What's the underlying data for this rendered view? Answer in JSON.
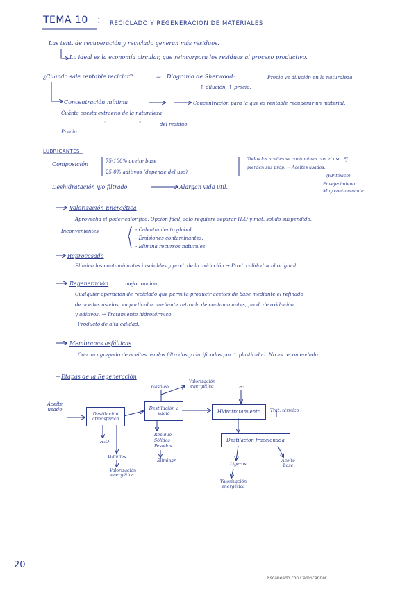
{
  "title": {
    "main": "TEMA 10",
    "sep": ":",
    "sub": "RECICLADO Y REGENERACIÓN DE MATERIALES"
  },
  "intro": {
    "line1": "Las tent. de recuperación y reciclado generan más residuos.",
    "line2": "Lo ideal es la economía circular, que reincorpora los residuos al proceso productivo."
  },
  "question": {
    "q": "¿Cuándo sale rentable reciclar?",
    "arrow": "⇒",
    "diag": "Diagrama de Sherwood:",
    "diag_note": "Precio vs dilución en la naturaleza.",
    "diag_sub": "↑ dilución, ↑ precio.",
    "conc1": "Concentración mínima",
    "conc2": "Concentración para la que es rentable recuperar un material.",
    "bullet1": "Cuánto cuesta extraerlo de la naturaleza",
    "bullet2_a": "\"",
    "bullet2_b": "\"",
    "bullet2_c": "del residuo",
    "bullet3": "Precio"
  },
  "lubricantes": {
    "heading": "LUBRICANTES",
    "comp_label": "Composición",
    "comp1": "75-100% aceite base",
    "comp2": "25-0% aditivos (depende del uso)",
    "note1": "Todos los aceites se contaminan con el uso. Ej.",
    "note2": "pierden sus prop. → Aceites usados.",
    "note3": "(RP tóxico)",
    "note4": "Envejecimiento",
    "note5": "Muy contaminante",
    "desh": "Deshidratación y/o filtrado",
    "desh_res": "Alargan vida útil."
  },
  "valorizacion": {
    "heading": "Valorización Energética",
    "text": "Aprovecha el poder calorífico. Opción fácil, solo requiere separar H₂O y mat. sólido suspendido.",
    "incon_label": "Inconvenientes",
    "i1": "- Calentamiento global.",
    "i2": "- Emisiones contaminantes.",
    "i3": "- Elimina recursos naturales."
  },
  "reprocesado": {
    "heading": "Reprocesado",
    "text": "Elimina los contaminantes insolubles y prod. de la oxidación → Prod. calidad ≈ al original"
  },
  "regeneracion": {
    "heading": "Regeneración",
    "note": "mejor opción.",
    "l1": "Cualquier operación de reciclado que permita producir aceites de base mediante el refinado",
    "l2": "de aceites usados, en particular mediante retirada de contaminantes, prod. de oxidación",
    "l3": "y aditivos. → Tratamiento hidrotérmico.",
    "l4": "Producto de alta calidad."
  },
  "membranas": {
    "heading": "Membranas asfálticas",
    "text": "Con un agregado de aceites usados filtrados y clarificados por ↑ plasticidad. No es recomendado"
  },
  "diagram": {
    "heading": "Etapas de la Regeneración",
    "input": "Aceite usado",
    "box1": "Destilación atmosférica",
    "box2": "Destilación a vacío",
    "box3": "Hidrotratamiento",
    "box4": "Destilación fraccionada",
    "gasoleo": "Gasóleo",
    "val_top": "Valorización energética",
    "h2": "H₂",
    "trat": "Trat. térmico",
    "h2o": "H₂O",
    "volatiles": "Volátiles",
    "val1": "Valorización energética.",
    "residuo": "Residuo",
    "solidos": "Sólidos",
    "pesados": "Pesados",
    "eliminar": "Eliminar",
    "ligeros": "Ligeros",
    "aceite_base": "Aceite base",
    "val2": "Valorización energética"
  },
  "footer": {
    "page": "20",
    "scanner": "Escaneado con CamScanner"
  }
}
